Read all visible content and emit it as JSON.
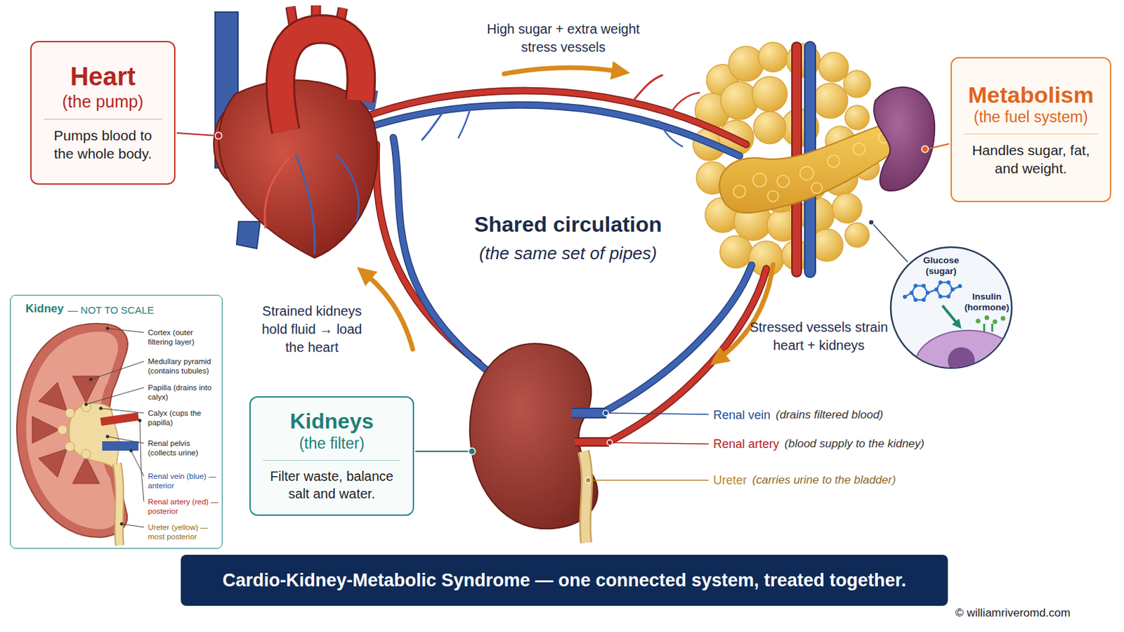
{
  "diagram": {
    "caption": "Cardio-Kidney-Metabolic Syndrome — one connected system, treated together.",
    "nodes": [
      {
        "text": [
          "Heart",
          "(the pump)",
          "Pumps blood to the whole body."
        ]
      },
      {
        "text": [
          "Metabolism",
          "(the fuel system)",
          "Handles sugar, fat, and weight."
        ]
      },
      {
        "text": [
          "Glucose (sugar)",
          "Insulin (hormone)"
        ]
      },
      {
        "text": [
          "Kidney",
          "— NOT TO SCALE",
          "Cortex (outer filtering layer)",
          "Medullary pyramid (contains tubules)",
          "Papilla (drains into calyx)",
          "Calyx (cups the papilla)",
          "Renal pelvis (collects urine)",
          "Renal vein (blue) — anterior",
          "Renal artery (red) — posterior",
          "Ureter (yellow) — most posterior"
        ]
      },
      {
        "text": [
          "Kidneys",
          "(the filter)",
          "Filter waste, balance salt and water."
        ]
      }
    ],
    "labels": [
      "High sugar + extra weight stress vessels",
      "Shared circulation",
      "(the same set of pipes)",
      "Strained kidneys hold fluid → load the heart",
      "Stressed vessels strain heart + kidneys",
      "Renal vein",
      "(drains filtered blood)",
      "Renal artery",
      "(blood supply to the kidney)",
      "Ureter",
      "(carries urine to the bladder)",
      "© williamriveromd.com"
    ]
  }
}
